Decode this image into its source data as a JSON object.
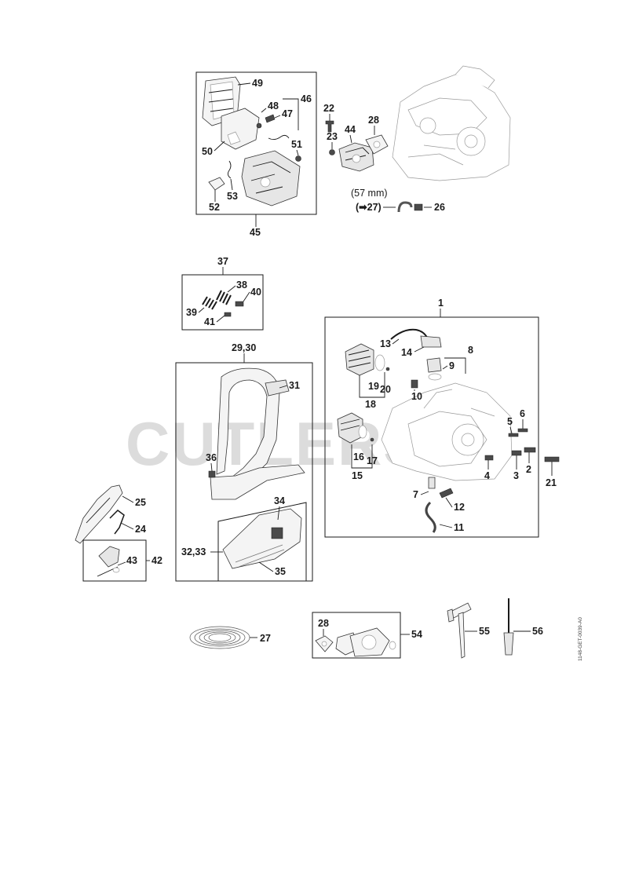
{
  "watermark": "CUTLERS",
  "drawing_code": "1148-GET-0039-A0",
  "note_length": "(57 mm)",
  "note_ref": "(➡27)",
  "labels": {
    "n1": "1",
    "n2": "2",
    "n3": "3",
    "n4": "4",
    "n5": "5",
    "n6": "6",
    "n7": "7",
    "n8": "8",
    "n9": "9",
    "n10": "10",
    "n11": "11",
    "n12": "12",
    "n13": "13",
    "n14": "14",
    "n15": "15",
    "n16": "16",
    "n17": "17",
    "n18": "18",
    "n19": "19",
    "n20": "20",
    "n21": "21",
    "n22": "22",
    "n23": "23",
    "n24": "24",
    "n25": "25",
    "n26": "26",
    "n27": "27",
    "n28": "28",
    "n28b": "28",
    "n2930": "29,30",
    "n31": "31",
    "n3233": "32,33",
    "n34": "34",
    "n35": "35",
    "n36": "36",
    "n37": "37",
    "n38": "38",
    "n39": "39",
    "n40": "40",
    "n41": "41",
    "n42": "42",
    "n43": "43",
    "n44": "44",
    "n45": "45",
    "n46": "46",
    "n47": "47",
    "n48": "48",
    "n49": "49",
    "n50": "50",
    "n51": "51",
    "n52": "52",
    "n53": "53",
    "n54": "54",
    "n55": "55",
    "n56": "56"
  }
}
